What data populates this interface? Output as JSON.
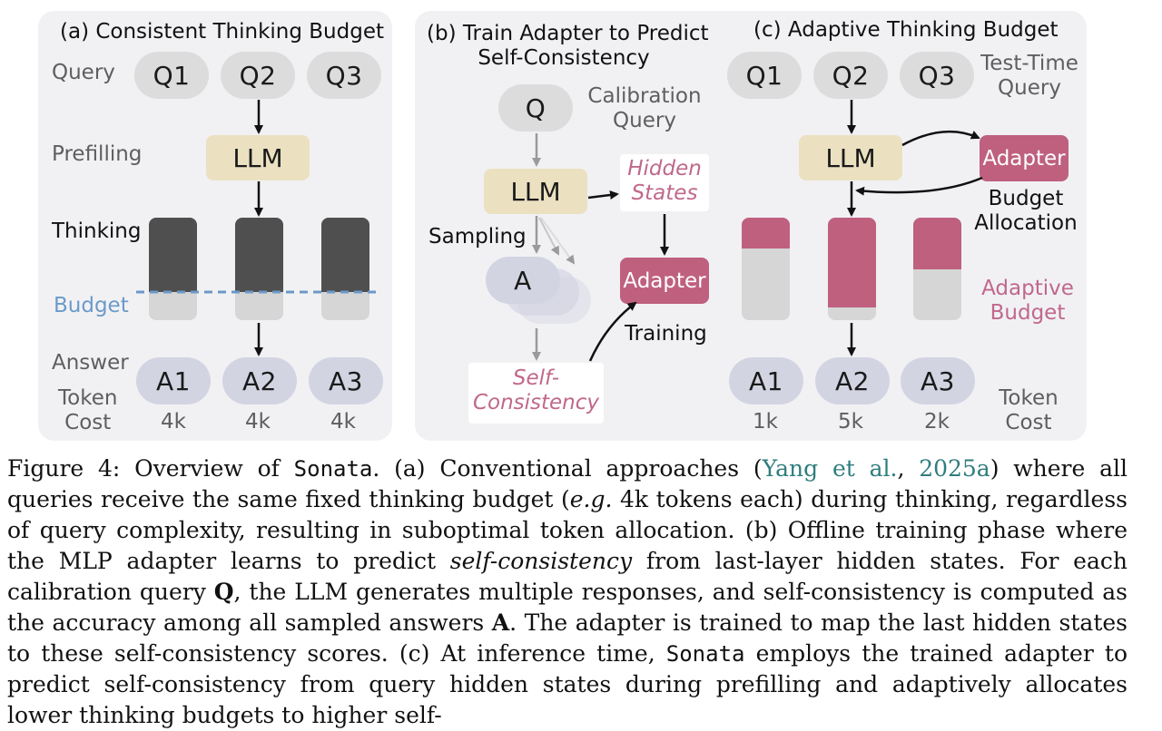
{
  "panel_a": {
    "title": "(a) Consistent Thinking Budget",
    "row_labels": {
      "query": "Query",
      "prefilling": "Prefilling",
      "thinking": "Thinking",
      "budget": "Budget",
      "answer": "Answer",
      "token_cost": "Token\nCost"
    },
    "queries": [
      "Q1",
      "Q2",
      "Q3"
    ],
    "llm": "LLM",
    "answers": [
      "A1",
      "A2",
      "A3"
    ],
    "costs": [
      "4k",
      "4k",
      "4k"
    ],
    "budget_fraction": 0.73
  },
  "panel_b": {
    "title": "(b) Train Adapter to Predict\nSelf-Consistency",
    "query": "Q",
    "query_label": "Calibration\nQuery",
    "llm": "LLM",
    "hidden_states": "Hidden\nStates",
    "sampling": "Sampling",
    "answer": "A",
    "adapter": "Adapter",
    "training": "Training",
    "self_consistency": "Self-\nConsistency"
  },
  "panel_c": {
    "title": "(c) Adaptive Thinking Budget",
    "queries": [
      "Q1",
      "Q2",
      "Q3"
    ],
    "query_label": "Test-Time\nQuery",
    "llm": "LLM",
    "adapter": "Adapter",
    "budget_allocation": "Budget\nAllocation",
    "adaptive_budget": "Adaptive\nBudget",
    "answers": [
      "A1",
      "A2",
      "A3"
    ],
    "costs": [
      "1k",
      "5k",
      "2k"
    ],
    "cost_label": "Token\nCost",
    "bar_fill_fractions": [
      0.3,
      0.88,
      0.5
    ]
  },
  "colors": {
    "llm": "#ebe1c1",
    "adapter": "#bf607f",
    "query": "#dcdcdc",
    "answer": "#d3d4e2",
    "budget_line": "#6b9ac9",
    "thinking": "#4f4f4f"
  },
  "caption": {
    "figure_label": "Figure 4: Overview of ",
    "sonata_1": "Sonata",
    "part_a": ". (a) Conventional approaches (",
    "cite_author": "Yang et al.",
    "cite_sep": ", ",
    "cite_year": "2025a",
    "part_a2": ") where all queries receive the same fixed thinking budget (",
    "eg": "e.g.",
    "part_a3": " 4k tokens each) during thinking, regardless of query complexity, resulting in suboptimal token allocation. (b) Offline training phase where the MLP adapter learns to predict ",
    "self_consistency_it": "self-consistency",
    "part_b": " from last-layer hidden states. For each calibration query ",
    "bold_q": "Q",
    "part_b2": ", the LLM generates multiple responses, and self-consistency is computed as the accuracy among all sampled answers ",
    "bold_a": "A",
    "part_b3": ". The adapter is trained to map the last hidden states to these self-consistency scores. (c) At inference time, ",
    "sonata_2": "Sonata",
    "part_c": " employs the trained adapter to predict self-consistency from query hidden states during prefilling and adaptively allocates lower thinking budgets to higher self-"
  }
}
